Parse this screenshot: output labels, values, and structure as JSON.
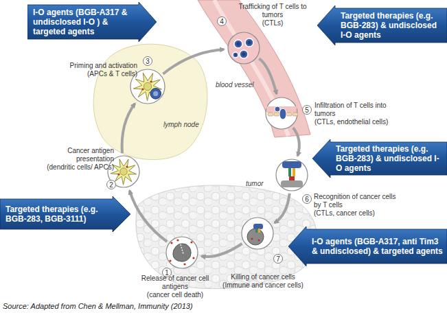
{
  "diagram": {
    "caption": "Source: Adapted from Chen & Mellman, Immunity (2013)",
    "nodes": [
      {
        "text": [
          "I-O agents (BGB-A317 & undisclosed I-O ) & targeted agents"
        ]
      },
      {
        "text": [
          "4",
          "Trafficking of T cells to tumors",
          "(CTLs)"
        ]
      },
      {
        "text": [
          "Targeted therapies (e.g. BGB-283) & undisclosed I-O agents"
        ]
      },
      {
        "text": [
          "3",
          "Priming and activation",
          "(APCs & T cells)"
        ]
      },
      {
        "text": [
          "5",
          "Infiltration of T cells into tumors",
          "(CTLs, endothelial cells)"
        ]
      },
      {
        "text": [
          "2",
          "Cancer antigen presentation",
          "(dendritic cells/ APCs)"
        ]
      },
      {
        "text": [
          "Targeted therapies (e.g. BGB-283) & undisclosed I-O agents"
        ]
      },
      {
        "text": [
          "6",
          "Recognition of cancer cells by T cells",
          "(CTLs, cancer cells)"
        ]
      },
      {
        "text": [
          "Targeted therapies (e.g. BGB-283, BGB-3111)"
        ]
      },
      {
        "text": [
          "1",
          "Release of cancer cell antigens",
          "(cancer cell death)"
        ]
      },
      {
        "text": [
          "7",
          "Killing of cancer cells",
          "(Immune and cancer cells)"
        ]
      },
      {
        "text": [
          "I-O agents (BGB-A317, anti Tim3 & undisclosed) & targeted agents"
        ]
      }
    ],
    "edges": [
      {
        "from": 9,
        "to": 5,
        "arrow": "to"
      },
      {
        "from": 5,
        "to": 3,
        "arrow": "to"
      },
      {
        "from": 3,
        "to": 1,
        "arrow": "to"
      },
      {
        "from": 1,
        "to": 4,
        "arrow": "to"
      },
      {
        "from": 4,
        "to": 7,
        "arrow": "to"
      },
      {
        "from": 7,
        "to": 10,
        "arrow": "to"
      },
      {
        "from": 10,
        "to": 9,
        "arrow": "to"
      }
    ],
    "labels": [
      "lymph node",
      "blood vessel",
      "tumor"
    ]
  }
}
